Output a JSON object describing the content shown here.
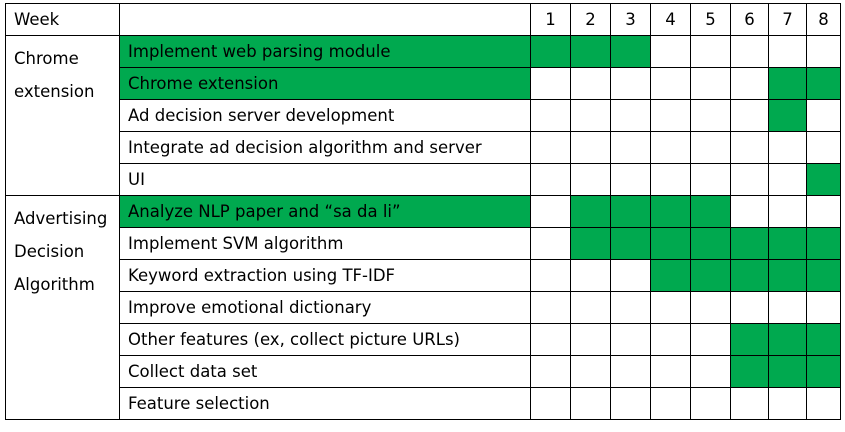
{
  "header": {
    "week_label": "Week",
    "weeks": [
      "1",
      "2",
      "3",
      "4",
      "5",
      "6",
      "7",
      "8"
    ]
  },
  "highlight_color": "#00a94f",
  "groups": [
    {
      "label": "Chrome\nextension",
      "tasks": [
        {
          "name": "Implement web parsing module",
          "name_highlighted": true,
          "weeks": [
            1,
            2,
            3
          ]
        },
        {
          "name": "Chrome extension",
          "name_highlighted": true,
          "weeks": [
            7,
            8
          ]
        },
        {
          "name": "Ad decision server development",
          "name_highlighted": false,
          "weeks": [
            7
          ]
        },
        {
          "name": "Integrate ad decision algorithm and server",
          "name_highlighted": false,
          "weeks": []
        },
        {
          "name": "UI",
          "name_highlighted": false,
          "weeks": [
            8
          ]
        }
      ]
    },
    {
      "label": "Advertising\nDecision\nAlgorithm",
      "tasks": [
        {
          "name": "Analyze NLP paper and “sa da li”",
          "name_highlighted": true,
          "weeks": [
            2,
            3,
            4,
            5
          ]
        },
        {
          "name": "Implement SVM algorithm",
          "name_highlighted": false,
          "weeks": [
            2,
            3,
            4,
            5,
            6,
            7,
            8
          ]
        },
        {
          "name": "Keyword extraction using TF-IDF",
          "name_highlighted": false,
          "weeks": [
            4,
            5,
            6,
            7,
            8
          ]
        },
        {
          "name": "Improve emotional dictionary",
          "name_highlighted": false,
          "weeks": []
        },
        {
          "name": "Other features (ex, collect picture URLs)",
          "name_highlighted": false,
          "weeks": [
            6,
            7,
            8
          ]
        },
        {
          "name": "Collect data set",
          "name_highlighted": false,
          "weeks": [
            6,
            7,
            8
          ]
        },
        {
          "name": "Feature selection",
          "name_highlighted": false,
          "weeks": []
        }
      ]
    }
  ]
}
